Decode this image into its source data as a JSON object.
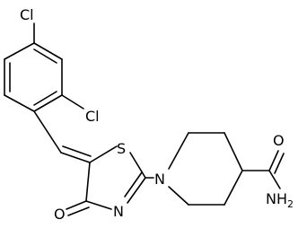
{
  "atoms": {
    "cl_top": "Cl",
    "cl_ring": "Cl",
    "sulfur": "S",
    "n_piperidine": "N",
    "n_thiazole": "N",
    "o_carbonyl": "O",
    "o_amide": "O",
    "amide_nh2": "NH2"
  },
  "colors": {
    "background": "#ffffff",
    "bonds": "#000000",
    "labels": "#000000"
  }
}
